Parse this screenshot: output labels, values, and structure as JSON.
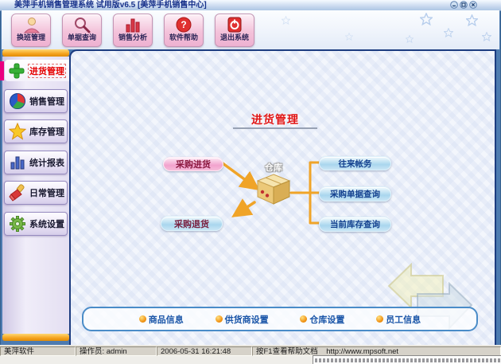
{
  "window": {
    "title": "美萍手机销售管理系统 试用版v6.5 [美萍手机销售中心]"
  },
  "toolbar": {
    "buttons": [
      {
        "label": "换班管理",
        "icon": "person-icon"
      },
      {
        "label": "单据查询",
        "icon": "search-icon"
      },
      {
        "label": "销售分析",
        "icon": "bar-chart-icon"
      },
      {
        "label": "软件帮助",
        "icon": "help-icon"
      },
      {
        "label": "退出系统",
        "icon": "exit-icon"
      }
    ]
  },
  "sidebar": {
    "items": [
      {
        "label": "进货管理",
        "icon": "plus-icon",
        "active": true
      },
      {
        "label": "销售管理",
        "icon": "pie-chart-icon",
        "active": false
      },
      {
        "label": "库存管理",
        "icon": "star-icon",
        "active": false
      },
      {
        "label": "统计报表",
        "icon": "bars-icon",
        "active": false
      },
      {
        "label": "日常管理",
        "icon": "brush-icon",
        "active": false
      },
      {
        "label": "系统设置",
        "icon": "gear-icon",
        "active": false
      }
    ]
  },
  "main": {
    "title": "进货管理",
    "flow": {
      "purchase_in": "采购进货",
      "purchase_return": "采购退货",
      "warehouse": "仓库",
      "links": [
        "往来帐务",
        "采购单据查询",
        "当前库存查询"
      ]
    },
    "footer_links": [
      "商品信息",
      "供货商设置",
      "仓库设置",
      "员工信息"
    ]
  },
  "statusbar": {
    "brand": "美萍软件",
    "operator": "操作员: admin",
    "datetime": "2006-05-31 16:21:48",
    "help": "按F1查看帮助文档",
    "url": "http://www.mpsoft.net"
  },
  "colors": {
    "frame_blue": "#4d7bb0",
    "accent_pink": "#f2b0d4",
    "accent_orange": "#f5a21e",
    "title_red": "#e01414",
    "link_blue": "#1a55a8",
    "sidebar_lavender": "#e6e1f2",
    "active_stripe": "#ea0080",
    "arrow_orange": "#f0a428"
  }
}
